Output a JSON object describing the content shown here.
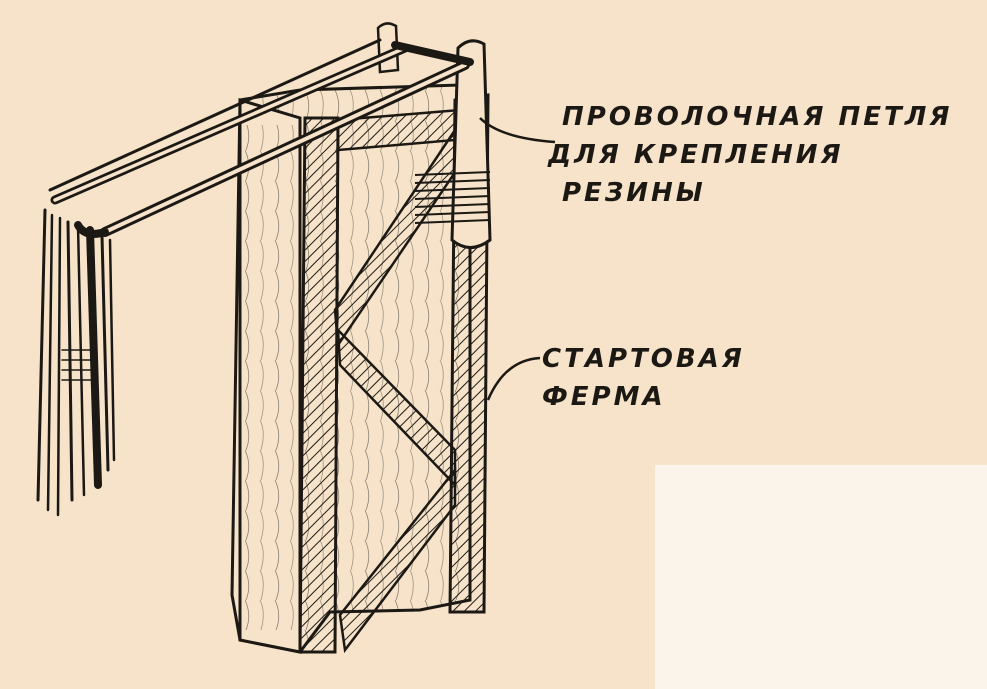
{
  "colors": {
    "paper": "#f6e3c9",
    "paper_light": "#fbf4ea",
    "ink": "#1c1915"
  },
  "labels": {
    "loop": {
      "line1": "ПРОВОЛОЧНАЯ ПЕТЛЯ",
      "line2": "ДЛЯ КРЕПЛЕНИЯ",
      "line3": "РЕЗИНЫ"
    },
    "truss": {
      "line1": "СТАРТОВАЯ",
      "line2": "ФЕРМА"
    }
  }
}
